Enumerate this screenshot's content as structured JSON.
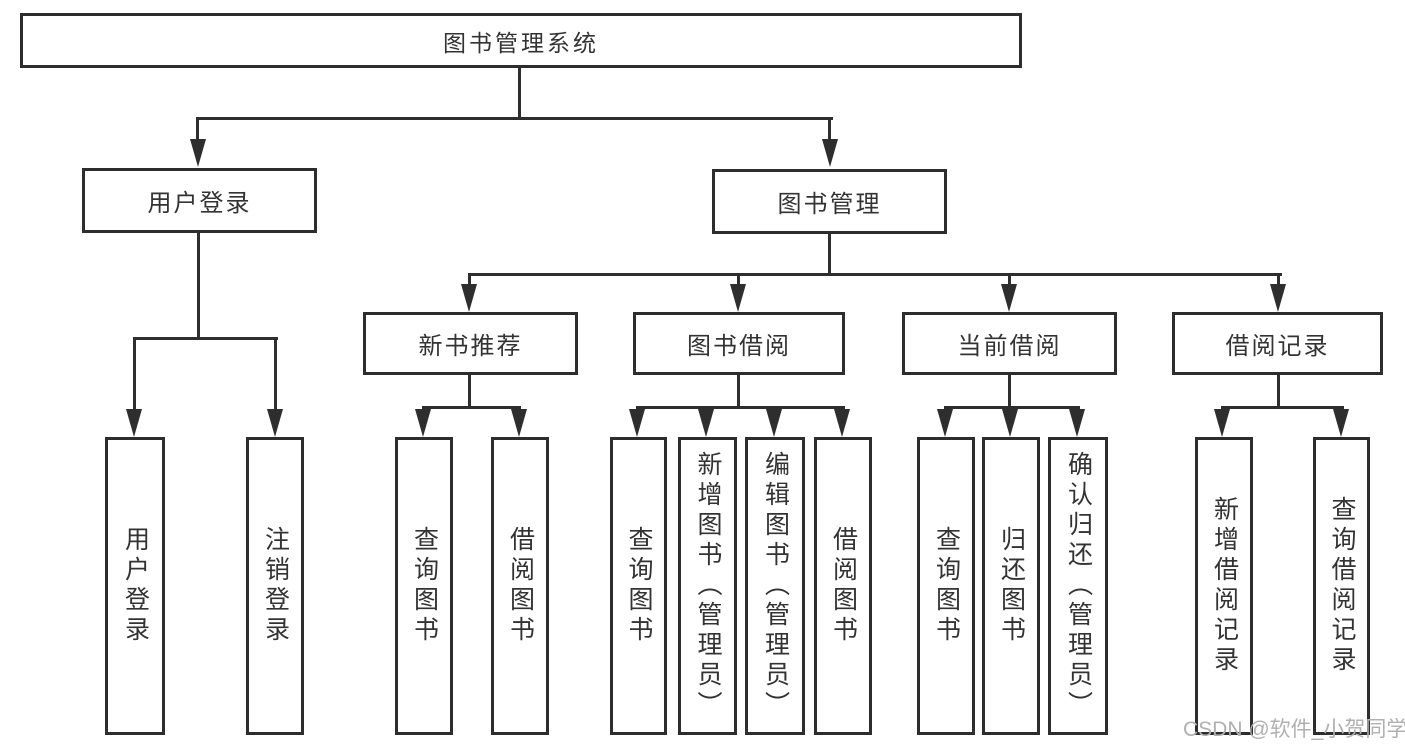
{
  "tree": {
    "root": {
      "label": "图书管理系统"
    },
    "branches": [
      {
        "label": "用户登录",
        "children": [
          {
            "label": "用户登录"
          },
          {
            "label": "注销登录"
          }
        ]
      },
      {
        "label": "图书管理",
        "children": [
          {
            "label": "新书推荐",
            "children": [
              {
                "label": "查询图书"
              },
              {
                "label": "借阅图书"
              }
            ]
          },
          {
            "label": "图书借阅",
            "children": [
              {
                "label": "查询图书"
              },
              {
                "label": "新增图书（管理员）"
              },
              {
                "label": "编辑图书（管理员）"
              },
              {
                "label": "借阅图书"
              }
            ]
          },
          {
            "label": "当前借阅",
            "children": [
              {
                "label": "查询图书"
              },
              {
                "label": "归还图书"
              },
              {
                "label": "确认归还（管理员）"
              }
            ]
          },
          {
            "label": "借阅记录",
            "children": [
              {
                "label": "新增借阅记录"
              },
              {
                "label": "查询借阅记录"
              }
            ]
          }
        ]
      }
    ]
  },
  "watermark": "CSDN @软件_小贺同学",
  "colors": {
    "line": "#2e2e2e",
    "box_border": "#2d2d2d",
    "text": "#333333",
    "watermark": "#b0b0b0",
    "background": "#ffffff"
  }
}
